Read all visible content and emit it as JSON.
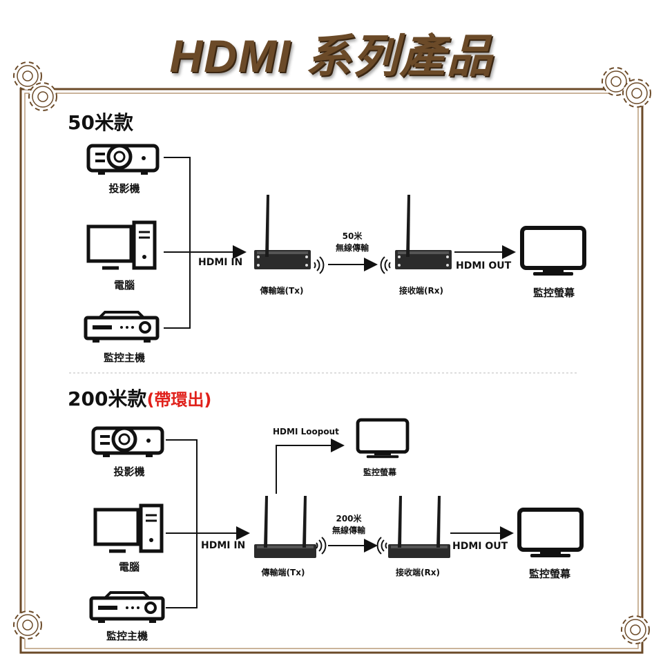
{
  "title": "HDMI 系列產品",
  "colors": {
    "frame": "#6b4a28",
    "accent_red": "#e0201a",
    "device": "#2a2a2a"
  },
  "section_50m": {
    "heading": "50米款",
    "sources": [
      "投影機",
      "電腦",
      "監控主機"
    ],
    "hdmi_in": "HDMI IN",
    "tx_label": "傳輸端(Tx)",
    "distance": "50米",
    "wireless": "無線傳輸",
    "rx_label": "接收端(Rx)",
    "hdmi_out": "HDMI OUT",
    "display": "監控螢幕"
  },
  "section_200m": {
    "heading": "200米款",
    "heading_note": "(帶環出)",
    "sources": [
      "投影機",
      "電腦",
      "監控主機"
    ],
    "hdmi_in": "HDMI IN",
    "loopout": "HDMI Loopout",
    "loop_display": "監控螢幕",
    "tx_label": "傳輸端(Tx)",
    "distance": "200米",
    "wireless": "無線傳輸",
    "rx_label": "接收端(Rx)",
    "hdmi_out": "HDMI OUT",
    "display": "監控螢幕"
  }
}
